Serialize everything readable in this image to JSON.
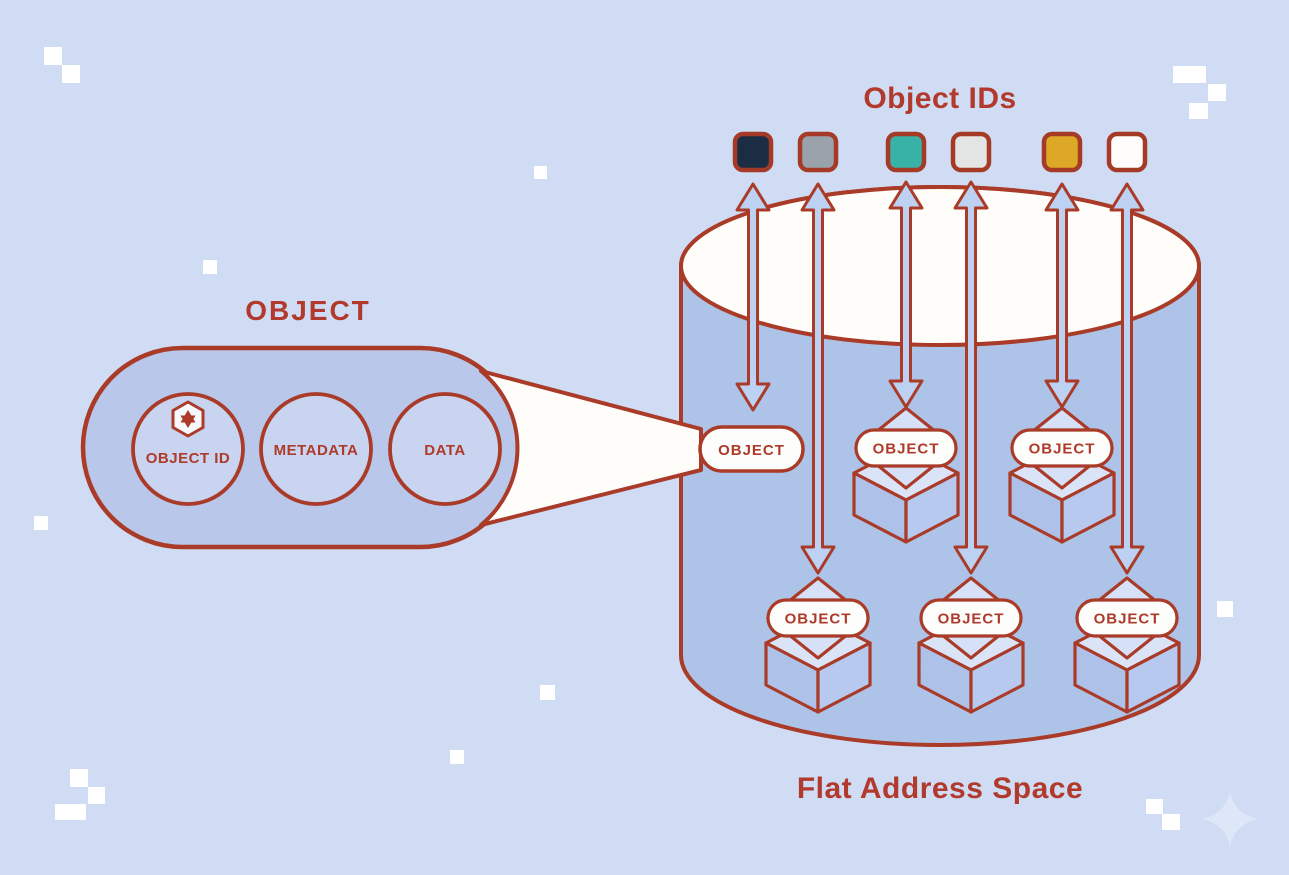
{
  "titles": {
    "object_ids": "Object IDs",
    "flat_address_space": "Flat Address Space"
  },
  "object_detail": {
    "title": "OBJECT",
    "components": [
      {
        "label": "OBJECT ID",
        "icon": "hexagon-star-badge-icon"
      },
      {
        "label": "METADATA"
      },
      {
        "label": "DATA"
      }
    ]
  },
  "object_id_chips": [
    {
      "name": "chip-dark-navy",
      "color": "#1b2d42"
    },
    {
      "name": "chip-gray",
      "color": "#9aa2ab"
    },
    {
      "name": "chip-teal",
      "color": "#38b2a7"
    },
    {
      "name": "chip-light-gray",
      "color": "#e3e5e4"
    },
    {
      "name": "chip-gold",
      "color": "#dda826"
    },
    {
      "name": "chip-white",
      "color": "#fffdfb"
    }
  ],
  "storage_objects": [
    {
      "label": "OBJECT",
      "shape": "pill"
    },
    {
      "label": "OBJECT",
      "shape": "hex-box"
    },
    {
      "label": "OBJECT",
      "shape": "hex-box"
    },
    {
      "label": "OBJECT",
      "shape": "hex-box"
    },
    {
      "label": "OBJECT",
      "shape": "hex-box"
    },
    {
      "label": "OBJECT",
      "shape": "hex-box"
    }
  ],
  "colors": {
    "background": "#cfdcf4",
    "outline": "#a93b28",
    "text": "#b23a2c",
    "cylinder_body": "#aec3e8",
    "cylinder_top": "#fffdfa",
    "arrow_fill": "#bdd1f3",
    "stadium_fill": "#b9c7ea",
    "circle_fill": "#c8d4f0",
    "hexagon_fill": "#d6e1f7",
    "band_fill": "#fdfdfc",
    "box_left_face": "#aec2e9",
    "box_right_face": "#b7c9ee",
    "box_top_face": "#dbe4f7",
    "cone_fill": "#fffdfa",
    "decoration_white": "#ffffff",
    "sparkle": "#dde7f8"
  }
}
